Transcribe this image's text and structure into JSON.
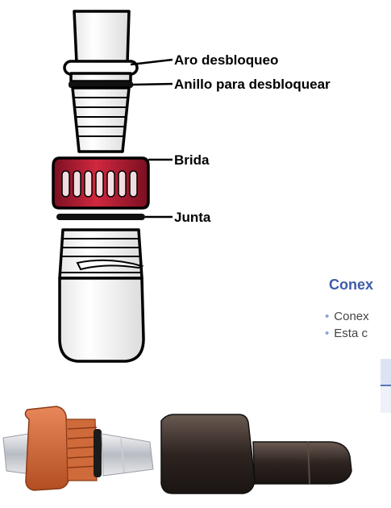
{
  "labels": {
    "release_ring": "Aro desbloqueo",
    "unlock_ring": "Anillo para desbloquear",
    "flange": "Brida",
    "gasket": "Junta"
  },
  "section": {
    "heading": "Conex",
    "bullets": [
      "Conex",
      "Esta c"
    ]
  },
  "colors": {
    "heading": "#3e5ca8",
    "flange_red": "#c0223a",
    "connector_orange": "#d4693a",
    "connector_dark": "#3a2e2a",
    "bullet": "#8ba3d8"
  }
}
